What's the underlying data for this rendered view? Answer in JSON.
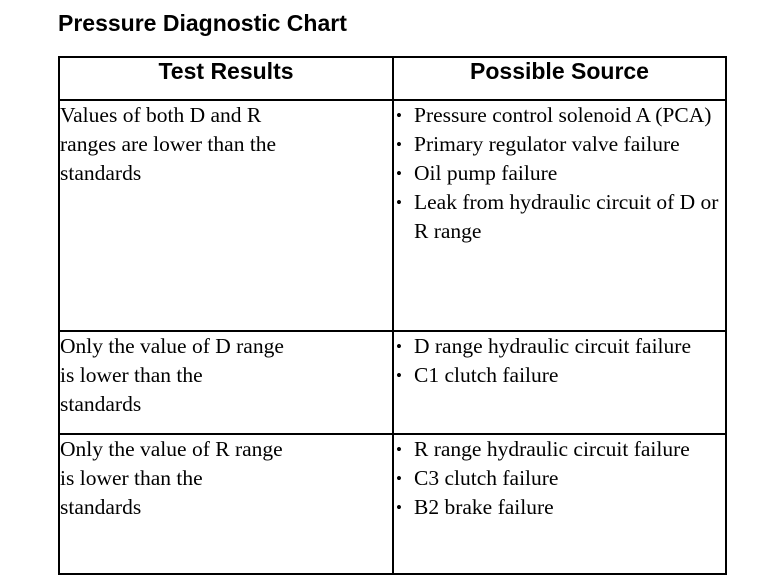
{
  "document": {
    "title": "Pressure Diagnostic Chart",
    "bullet_glyph": "•",
    "colors": {
      "background": "#ffffff",
      "text": "#000000",
      "border": "#000000"
    }
  },
  "table": {
    "headers": [
      "Test Results",
      "Possible Source"
    ],
    "rows": [
      {
        "test_result": "Values of both D and R ranges are lower than the standards",
        "test_result_lines": [
          "Values of both D and R",
          "ranges are lower than the",
          "standards"
        ],
        "possible_sources": [
          "Pressure control solenoid A (PCA)",
          "Primary regulator valve failure",
          "Oil pump failure",
          "Leak from hydraulic circuit of D or R range"
        ]
      },
      {
        "test_result": "Only the value of D range is lower than the standards",
        "test_result_lines": [
          "Only the value of D range",
          "is lower than the",
          "standards"
        ],
        "possible_sources": [
          "D range hydraulic circuit failure",
          "C1 clutch failure"
        ]
      },
      {
        "test_result": "Only the value of R range is lower than the standards",
        "test_result_lines": [
          "Only the value of R range",
          "is lower than the",
          "standards"
        ],
        "possible_sources": [
          "R range hydraulic circuit failure",
          "C3 clutch failure",
          "B2 brake failure"
        ]
      }
    ]
  }
}
